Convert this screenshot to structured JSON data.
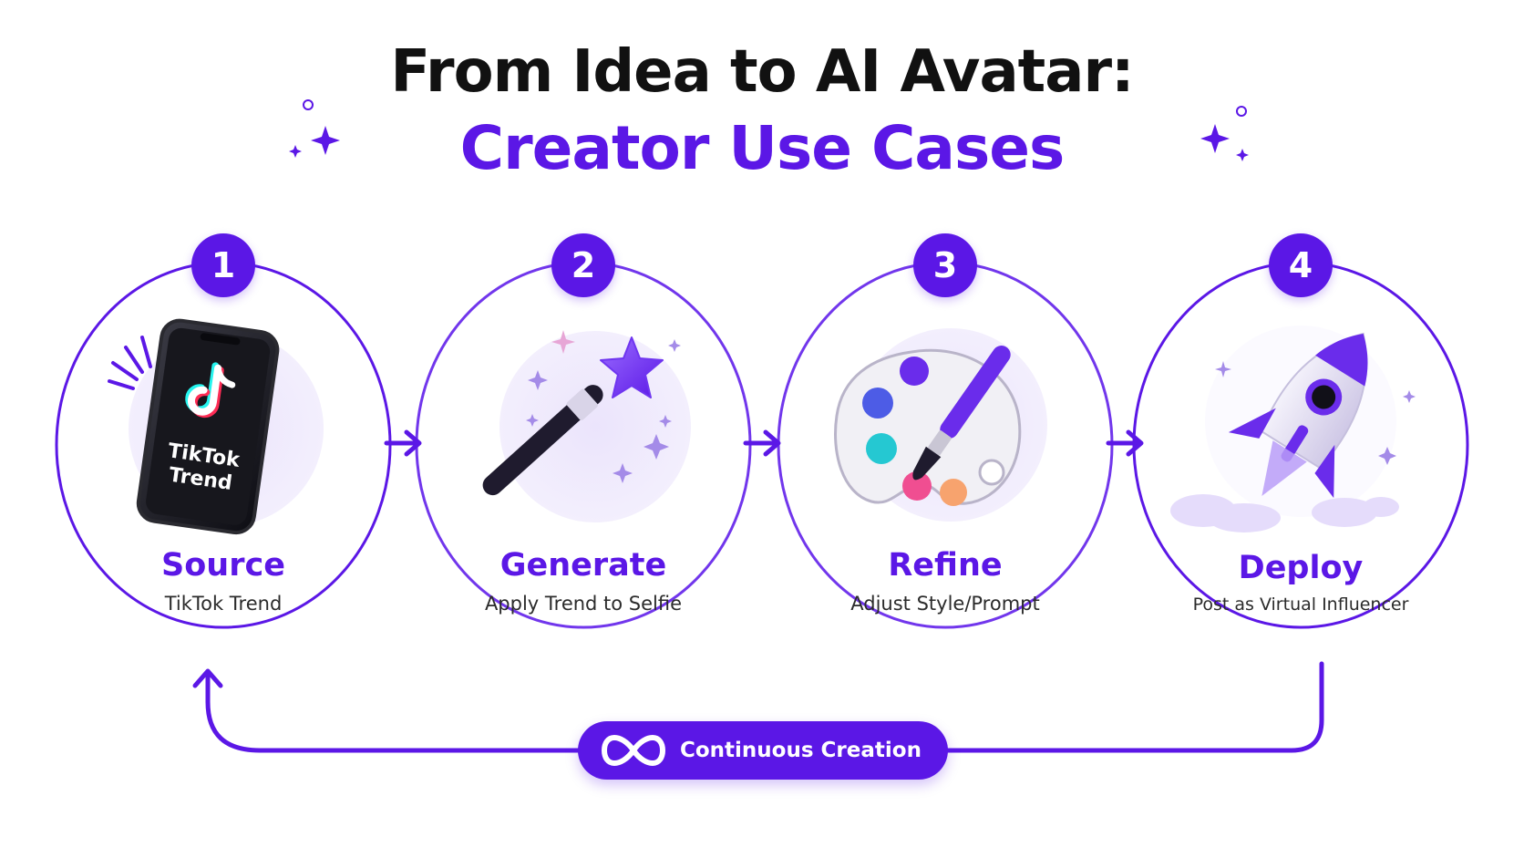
{
  "title": {
    "line1": "From Idea to AI Avatar:",
    "line2": "Creator Use Cases"
  },
  "steps": [
    {
      "number": "1",
      "title": "Source",
      "subtitle": "TikTok Trend",
      "icon": "tiktok-phone-icon",
      "icon_text": "TikTok Trend"
    },
    {
      "number": "2",
      "title": "Generate",
      "subtitle": "Apply Trend to Selfie",
      "icon": "magic-wand-icon"
    },
    {
      "number": "3",
      "title": "Refine",
      "subtitle": "Adjust Style/Prompt",
      "icon": "paint-palette-icon"
    },
    {
      "number": "4",
      "title": "Deploy",
      "subtitle": "Post as Virtual Influencer",
      "icon": "rocket-icon"
    }
  ],
  "loop": {
    "label": "Continuous Creation",
    "icon": "infinity-icon"
  },
  "colors": {
    "accent": "#5b17e6",
    "accent_light": "#ece6fb",
    "title_dark": "#111111"
  }
}
